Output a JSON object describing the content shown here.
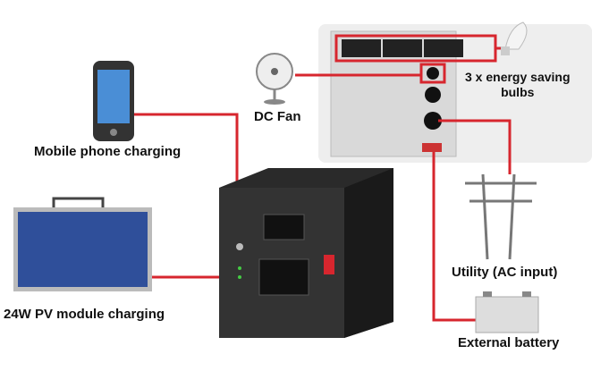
{
  "labels": {
    "phone": "Mobile phone charging",
    "fan": "DC Fan",
    "bulbs_line1": "3 x energy saving",
    "bulbs_line2": "bulbs",
    "pv": "24W PV module charging",
    "utility": "Utility (AC input)",
    "battery": "External battery"
  },
  "colors": {
    "wire": "#d7262e",
    "panel": "#ececec",
    "device": "#2a2a2a",
    "solar": "#2f4f9a"
  }
}
